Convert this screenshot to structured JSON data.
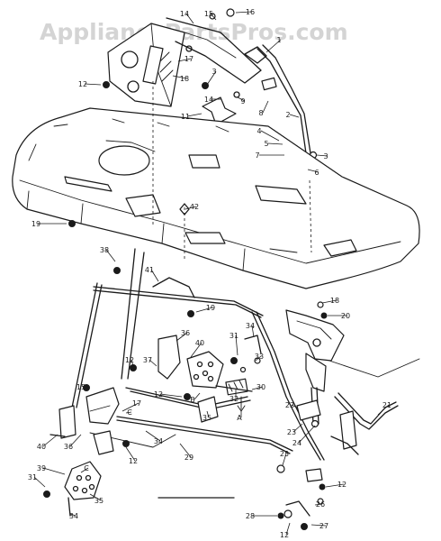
{
  "watermark": "AppliancePartsPros.com",
  "callouts": [
    {
      "label": "15"
    },
    {
      "label": "16"
    },
    {
      "label": "14"
    },
    {
      "label": "1"
    },
    {
      "label": "12"
    },
    {
      "label": "17"
    },
    {
      "label": "18"
    },
    {
      "label": "3"
    },
    {
      "label": "14"
    },
    {
      "label": "9"
    },
    {
      "label": "8"
    },
    {
      "label": "11"
    },
    {
      "label": "2"
    },
    {
      "label": "4"
    },
    {
      "label": "5"
    },
    {
      "label": "7"
    },
    {
      "label": "3"
    },
    {
      "label": "6"
    },
    {
      "label": "42"
    },
    {
      "label": "19"
    },
    {
      "label": "38"
    },
    {
      "label": "41"
    },
    {
      "label": "19"
    },
    {
      "label": "18"
    },
    {
      "label": "20"
    },
    {
      "label": "34"
    },
    {
      "label": "36"
    },
    {
      "label": "40"
    },
    {
      "label": "31"
    },
    {
      "label": "12"
    },
    {
      "label": "37"
    },
    {
      "label": "33"
    },
    {
      "label": "12"
    },
    {
      "label": "B"
    },
    {
      "label": "32"
    },
    {
      "label": "30"
    },
    {
      "label": "A"
    },
    {
      "label": "35"
    },
    {
      "label": "22"
    },
    {
      "label": "21"
    },
    {
      "label": "15"
    },
    {
      "label": "17"
    },
    {
      "label": "C"
    },
    {
      "label": "23"
    },
    {
      "label": "24"
    },
    {
      "label": "34"
    },
    {
      "label": "40"
    },
    {
      "label": "36"
    },
    {
      "label": "12"
    },
    {
      "label": "29"
    },
    {
      "label": "25"
    },
    {
      "label": "39"
    },
    {
      "label": "C"
    },
    {
      "label": "12"
    },
    {
      "label": "31"
    },
    {
      "label": "35"
    },
    {
      "label": "26"
    },
    {
      "label": "28"
    },
    {
      "label": "27"
    },
    {
      "label": "34"
    },
    {
      "label": "12"
    }
  ]
}
